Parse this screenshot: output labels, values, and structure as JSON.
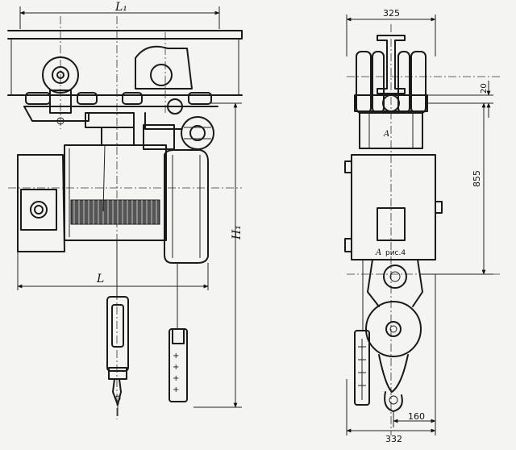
{
  "front_view": {
    "dim_L1": "L₁",
    "dim_L": "L",
    "dim_H1": "H₁"
  },
  "side_view": {
    "dim_325": "325",
    "dim_20": "20",
    "dim_855": "855",
    "dim_332": "332",
    "dim_160": "160",
    "section_A_upper": "A",
    "section_A_lower": "A",
    "section_ref": "рис.4"
  }
}
